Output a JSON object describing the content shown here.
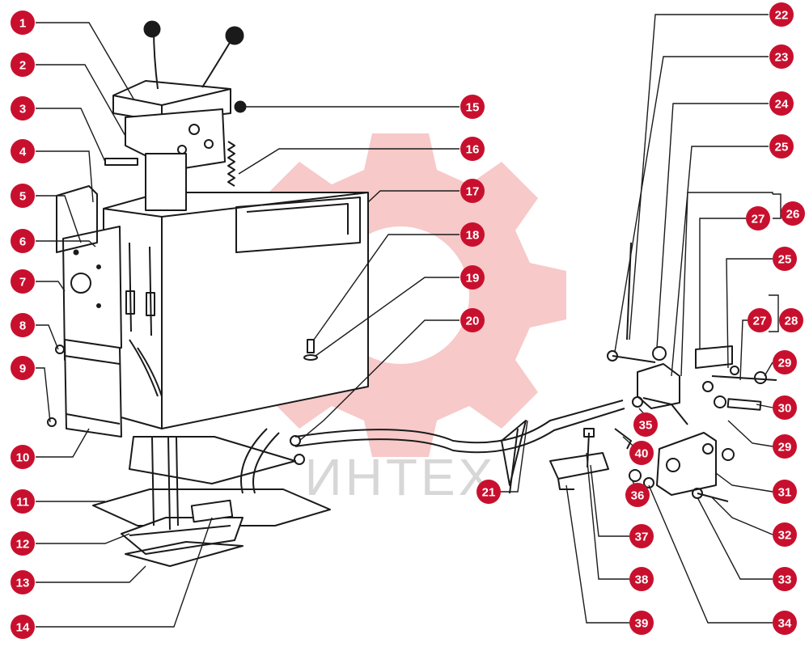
{
  "watermark": {
    "text": "ИНТЕХ",
    "gear_color": "#f7c9c9",
    "text_color": "#d7d7d7"
  },
  "badge_color": "#c8102e",
  "callouts": [
    "1",
    "2",
    "3",
    "4",
    "5",
    "6",
    "7",
    "8",
    "9",
    "10",
    "11",
    "12",
    "13",
    "14",
    "15",
    "16",
    "17",
    "18",
    "19",
    "20",
    "21",
    "22",
    "23",
    "24",
    "25",
    "25",
    "26",
    "27",
    "27",
    "28",
    "29",
    "29",
    "30",
    "31",
    "32",
    "33",
    "34",
    "35",
    "36",
    "37",
    "38",
    "39",
    "40"
  ]
}
